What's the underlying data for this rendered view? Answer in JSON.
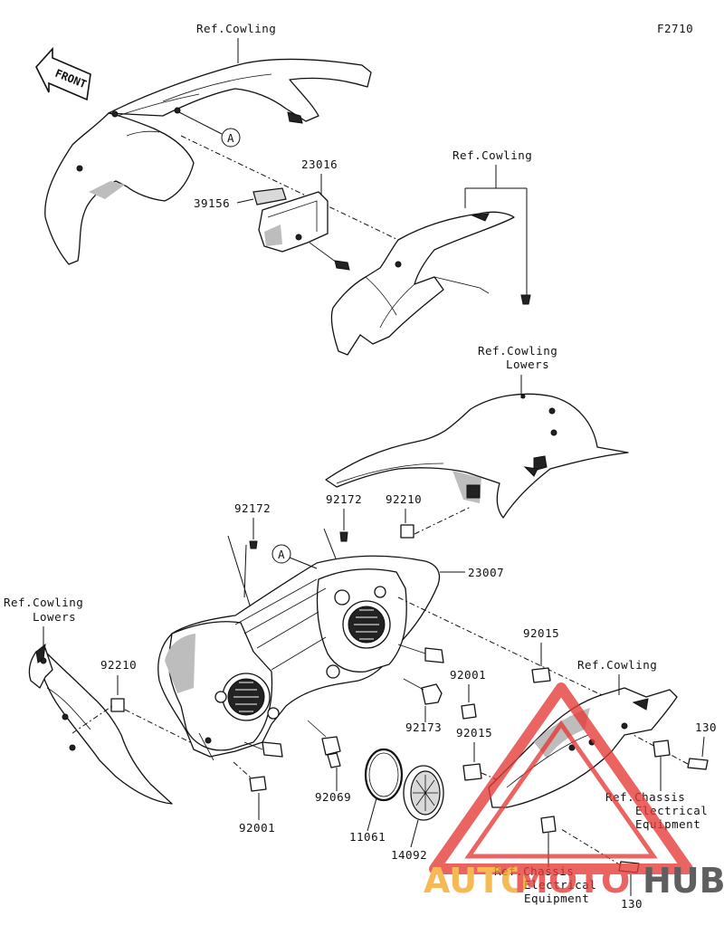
{
  "figure_id": "F2710",
  "front_label": "FRONT",
  "callout_letter": "A",
  "labels": {
    "ref_cowling_top": "Ref.Cowling",
    "p23016": "23016",
    "p39156": "39156",
    "ref_cowling_mid": "Ref.Cowling",
    "ref_cowling_lowers_top_1": "Ref.Cowling",
    "ref_cowling_lowers_top_2": "Lowers",
    "p92172_a": "92172",
    "p92172_b": "92172",
    "p92210_a": "92210",
    "p23007": "23007",
    "ref_cowling_lowers_left_1": "Ref.Cowling",
    "ref_cowling_lowers_left_2": "Lowers",
    "p92210_b": "92210",
    "p92015_a": "92015",
    "ref_cowling_right": "Ref.Cowling",
    "p92001_a": "92001",
    "p92173": "92173",
    "p92015_b": "92015",
    "p130_a": "130",
    "ref_chassis_right_1": "Ref.Chassis",
    "ref_chassis_right_2": "Electrical",
    "ref_chassis_right_3": "Equipment",
    "p92069": "92069",
    "p11061": "11061",
    "p14092": "14092",
    "p92001_b": "92001",
    "ref_chassis_bottom_1": "Ref.Chassis",
    "ref_chassis_bottom_2": "Electrical",
    "ref_chassis_bottom_3": "Equipment",
    "p130_b": "130"
  },
  "watermark": {
    "text_a": "AUTO",
    "text_b": "MOTO",
    "text_c": "HUB",
    "color_orange": "#f5a623",
    "color_red": "#e53935",
    "color_dark": "#333333"
  }
}
